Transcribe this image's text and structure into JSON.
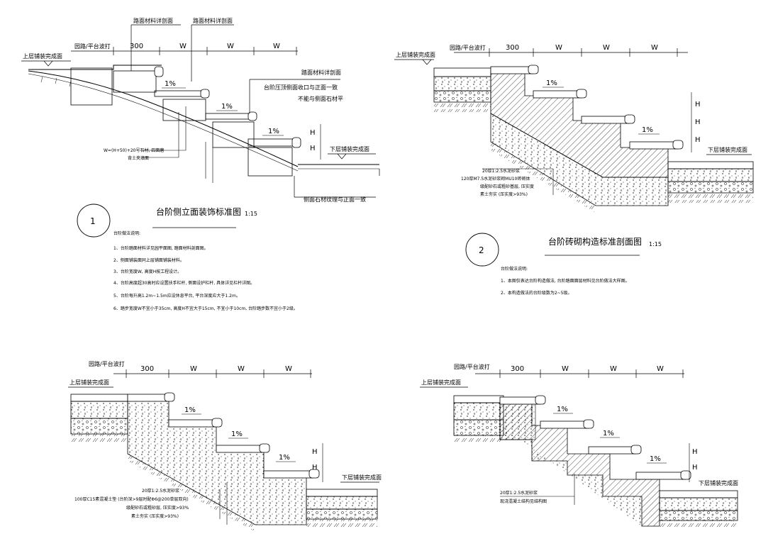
{
  "colors": {
    "background": "#ffffff",
    "line": "#000000"
  },
  "detail1": {
    "labels": {
      "top_material": "路面材料详剖面",
      "top_material_2": "路面材料详剖面",
      "road_level": "园路/平台波打",
      "upper_finish": "上层铺装完成面",
      "right_material": "踏面材料详剖面",
      "tread_edge": "台阶压顶侧面收口与正面一致",
      "not_flush": "不能与侧面石材平",
      "lower_finish": "下层铺装完成面",
      "side_stone": "侧面石材纹理与正面一致",
      "formula": "W=(H+50)+20号石材, 四面磨",
      "face": "背土夹填面"
    },
    "dims": [
      "300",
      "W",
      "W",
      "W"
    ],
    "slopes": [
      "1%",
      "1%",
      "1%"
    ],
    "h_labels": [
      "H",
      "H"
    ],
    "number": "1",
    "title": "台阶侧立面装饰标准图",
    "scale": "1:15",
    "notes_title": "台阶做法说明:",
    "notes": [
      "1、台阶踏面材料详见园平面图, 踏面材料剖面图。",
      "2、侧面铺装面同上层铺面铺装材料。",
      "3、台阶宽度W, 高度H按工程设计。",
      "4、台阶高度超30高时应设置扶手栏杆, 侧面设护栏杆, 具体详见栏杆详图。",
      "5、台阶每升高1.2m~1.5m应设休息平台, 平台深度应大于1.2m。",
      "6、踏步宽度W不宜小于35cm, 高度H不宜大于15cm, 不宜小于10cm, 台阶踏步数不宜小于2级。"
    ]
  },
  "detail2": {
    "labels": {
      "road_level": "园路/平台波打",
      "upper_finish": "上层铺装完成面",
      "lower_finish": "下层铺装完成面"
    },
    "dims": [
      "300",
      "W",
      "W",
      "W"
    ],
    "slopes": [
      "1%",
      "1%"
    ],
    "h_labels": [
      "H",
      "H",
      "H"
    ],
    "layers": [
      "20厚1:2.5水泥砂浆",
      "120厚M7.5水泥砂浆砌MU10砖砌体",
      "级配砂石或粗砂基层, 压实度",
      "素土夯实 (压实度>93%)"
    ],
    "number": "2",
    "title": "台阶砖砌构造标准剖面图",
    "scale": "1:15",
    "notes_title": "台阶做法说明:",
    "notes": [
      "1、本图仅表达台阶构造做法, 台阶踏面面层材料见台阶做法大样图。",
      "2、本构造做法的台阶级数为2~5级。"
    ]
  },
  "detail3": {
    "labels": {
      "road_level": "园路/平台波打",
      "upper_finish": "上层铺装完成面",
      "lower_finish": "下层铺装完成面"
    },
    "dims": [
      "300",
      "W",
      "W",
      "W"
    ],
    "slopes": [
      "1%",
      "1%",
      "1%"
    ],
    "h_labels": [
      "H",
      "H"
    ],
    "layers": [
      "20厚1:2.5水泥砂浆",
      "100厚C15素混凝土垫 (台阶深>9层时配Φ6@200单层双向)",
      "级配砂石或粗砂层, 压实度>93%",
      "素土夯实 (压实度>93%)"
    ]
  },
  "detail4": {
    "labels": {
      "road_level": "园路/平台波打",
      "upper_finish": "上层铺装完成面",
      "lower_finish": "下层铺装完成面"
    },
    "dims": [
      "300",
      "W",
      "W",
      "W"
    ],
    "slopes": [
      "1%",
      "1%",
      "1%"
    ],
    "h_labels": [
      "H",
      "H"
    ],
    "layers": [
      "20厚1:2.5水泥砂浆",
      "现浇混凝土结构见结构图"
    ]
  }
}
